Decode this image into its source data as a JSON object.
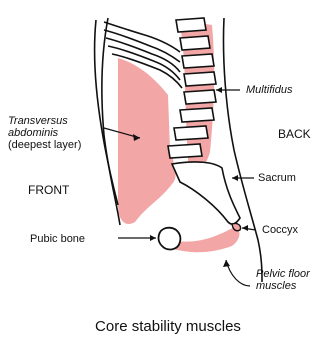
{
  "labels": {
    "transversus_line1": "Transversus",
    "transversus_line2": "abdominis",
    "transversus_line3": "(deepest layer)",
    "front": "FRONT",
    "back": "BACK",
    "multifidus": "Multifidus",
    "sacrum": "Sacrum",
    "coccyx": "Coccyx",
    "pubic_bone": "Pubic bone",
    "pelvic_floor_line1": "Pelvic floor",
    "pelvic_floor_line2": "muscles"
  },
  "caption": "Core stability muscles",
  "colors": {
    "muscle": "#f3a6a6",
    "outline": "#111111",
    "bone_fill": "#ffffff"
  }
}
